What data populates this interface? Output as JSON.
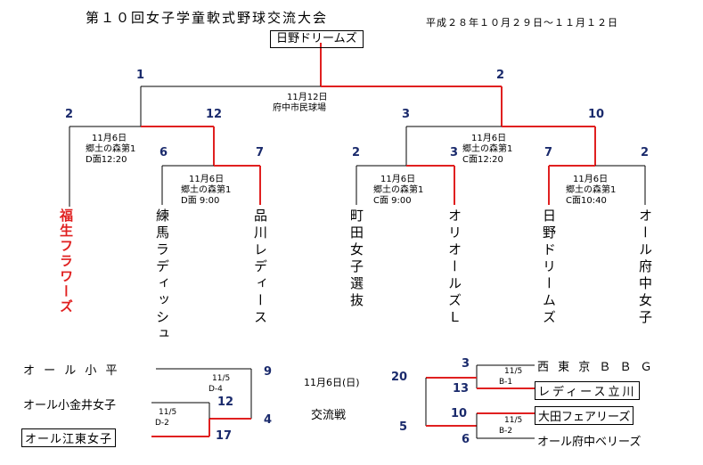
{
  "header": {
    "title": "第１０回女子学童軟式野球交流大会",
    "period": "平成２８年１０月２９日～１１月１２日",
    "champion": "日野ドリームズ"
  },
  "final": {
    "date": "11月12日",
    "venue": "府中市民球場",
    "score_left": "1",
    "score_right": "2"
  },
  "semis": {
    "left": {
      "score_top": "2",
      "score_bottom": "12",
      "date": "11月6日",
      "venue": "郷土の森第1",
      "time": "D面12:20"
    },
    "right": {
      "score_top": "3",
      "score_bottom": "10",
      "date": "11月6日",
      "venue": "郷土の森第1",
      "time": "C面12:20"
    }
  },
  "quarters": {
    "q1": {
      "score_a": "6",
      "score_b": "7",
      "date": "11月6日",
      "venue": "郷土の森第1",
      "time": "D面 9:00"
    },
    "q2": {
      "score_a": "2",
      "score_b": "3",
      "date": "11月6日",
      "venue": "郷土の森第1",
      "time": "C面 9:00"
    },
    "q3": {
      "score_a": "7",
      "score_b": "2",
      "date": "11月6日",
      "venue": "郷土の森第1",
      "time": "C面10:40"
    }
  },
  "teams": [
    "福生フラワーズ",
    "練馬ラディッシュ",
    "品川レディース",
    "町田女子選抜",
    "オリオールズＬ",
    "日野ドリームズ",
    "オール府中女子"
  ],
  "exchange": {
    "date": "11月6日(日)",
    "label": "交流戦",
    "left": {
      "teams": [
        "オ ー ル 小 平",
        "オール小金井女子",
        "オール江東女子"
      ],
      "scores": [
        "9",
        "12",
        "4",
        "17"
      ],
      "game1": {
        "date": "11/5",
        "court": "D-4"
      },
      "game2": {
        "date": "11/5",
        "court": "D-2"
      }
    },
    "right": {
      "teams": [
        "西 東 京 Ｂ Ｂ Ｇ",
        "レディース立川",
        "大田フェアリーズ",
        "オール府中ベリーズ"
      ],
      "scores": [
        "20",
        "3",
        "13",
        "10",
        "5",
        "6"
      ],
      "game1": {
        "date": "11/5",
        "court": "B-1"
      },
      "game2": {
        "date": "11/5",
        "court": "B-2"
      }
    }
  },
  "colors": {
    "winner_line": "#e02020",
    "line": "#000000",
    "score": "#1a2a6c"
  }
}
